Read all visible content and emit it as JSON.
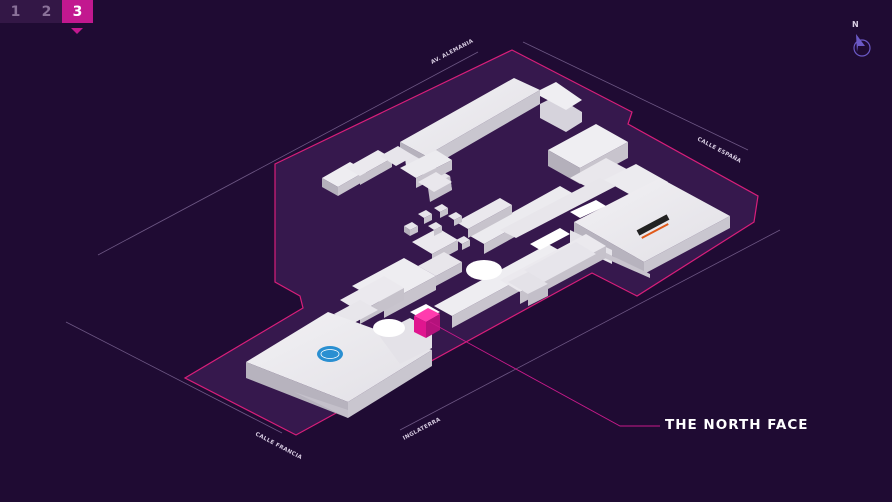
{
  "floor_tabs": [
    "1",
    "2",
    "3"
  ],
  "active_floor": "3",
  "compass": {
    "label": "N"
  },
  "streets": {
    "north": "AV. ALEMANIA",
    "east": "CALLE ESPAÑA",
    "south": "INGLATERRA",
    "west": "CALLE FRANCIA"
  },
  "highlighted_store": {
    "name": "THE NORTH FACE"
  },
  "colors": {
    "background": "#1f0b33",
    "active_tab": "#c2188f",
    "highlight": "#e0158f",
    "boundary": "#d81e7a",
    "building": "#e9e7ec"
  }
}
